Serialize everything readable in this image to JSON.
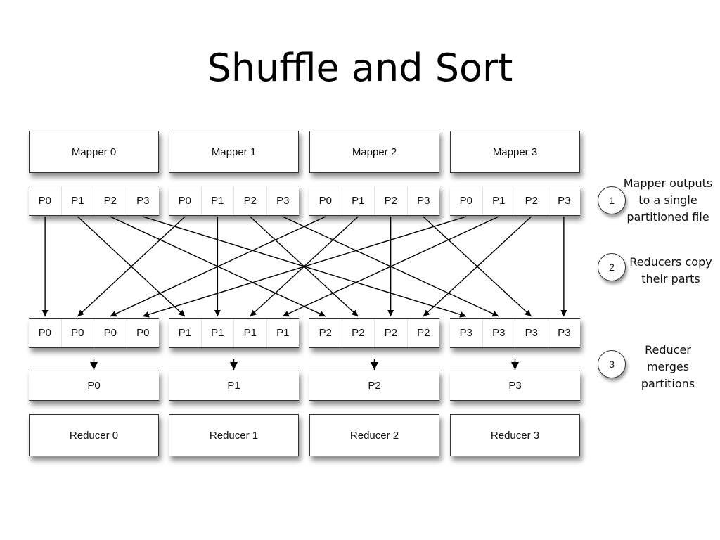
{
  "title": "Shuffle and Sort",
  "mappers": [
    "Mapper 0",
    "Mapper 1",
    "Mapper 2",
    "Mapper 3"
  ],
  "mapper_partitions": [
    [
      "P0",
      "P1",
      "P2",
      "P3"
    ],
    [
      "P0",
      "P1",
      "P2",
      "P3"
    ],
    [
      "P0",
      "P1",
      "P2",
      "P3"
    ],
    [
      "P0",
      "P1",
      "P2",
      "P3"
    ]
  ],
  "copied_partitions": [
    [
      "P0",
      "P0",
      "P0",
      "P0"
    ],
    [
      "P1",
      "P1",
      "P1",
      "P1"
    ],
    [
      "P2",
      "P2",
      "P2",
      "P2"
    ],
    [
      "P3",
      "P3",
      "P3",
      "P3"
    ]
  ],
  "merged": [
    "P0",
    "P1",
    "P2",
    "P3"
  ],
  "reducers": [
    "Reducer 0",
    "Reducer 1",
    "Reducer 2",
    "Reducer 3"
  ],
  "steps": [
    {
      "number": "1",
      "text": "Mapper outputs to a single partitioned file"
    },
    {
      "number": "2",
      "text": "Reducers copy their parts"
    },
    {
      "number": "3",
      "text": "Reducer merges partitions"
    }
  ]
}
